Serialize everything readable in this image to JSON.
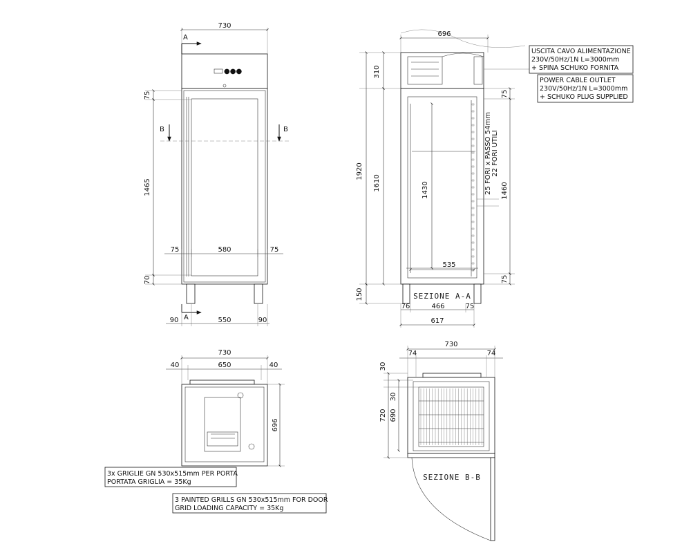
{
  "front_view": {
    "dims": {
      "width_top": "730",
      "door_frame_top": "75",
      "height_door": "1465",
      "inner_left": "75",
      "inner_width": "580",
      "inner_right": "75",
      "door_bottom": "70",
      "leg_left": "90",
      "leg_span": "550",
      "leg_right": "90"
    },
    "section_marks": {
      "a_top": "A",
      "a_bottom": "A",
      "b_left": "B",
      "b_right": "B"
    }
  },
  "section_aa": {
    "label": "SEZIONE A-A",
    "dims": {
      "depth_top": "696",
      "height_total": "1920",
      "top_unit": "310",
      "body": "1610",
      "inner": "1430",
      "legs": "150",
      "top_gap": "75",
      "rail_height": "1460",
      "bottom_gap": "75",
      "inner_depth": "535",
      "base_left": "76",
      "base_mid": "466",
      "base_right": "75",
      "base_total": "617"
    },
    "holes_note": [
      "25 FORI x PASSO 54mm",
      "22 FORI UTILI"
    ]
  },
  "cable_note": {
    "it": [
      "USCITA CAVO ALIMENTAZIONE",
      "230V/50Hz/1N L=3000mm",
      "+ SPINA SCHUKO FORNITA"
    ],
    "en": [
      "POWER CABLE OUTLET",
      "230V/50Hz/1N L=3000mm",
      "+ SCHUKO PLUG SUPPLIED"
    ]
  },
  "top_view": {
    "dims": {
      "width": "730",
      "left": "40",
      "mid": "650",
      "right": "40",
      "depth": "696"
    }
  },
  "grill_note": {
    "it": [
      "3x GRIGLIE GN 530x515mm PER PORTA",
      "PORTATA GRIGLIA = 35Kg"
    ],
    "en": [
      "3 PAINTED GRILLS GN 530x515mm FOR DOOR",
      "GRID LOADING CAPACITY = 35Kg"
    ]
  },
  "section_bb": {
    "label": "SEZIONE B-B",
    "dims": {
      "width": "730",
      "left": "74",
      "right": "74",
      "depth_outer": "720",
      "depth_inner": "690",
      "top_a": "30",
      "top_b": "30"
    }
  }
}
